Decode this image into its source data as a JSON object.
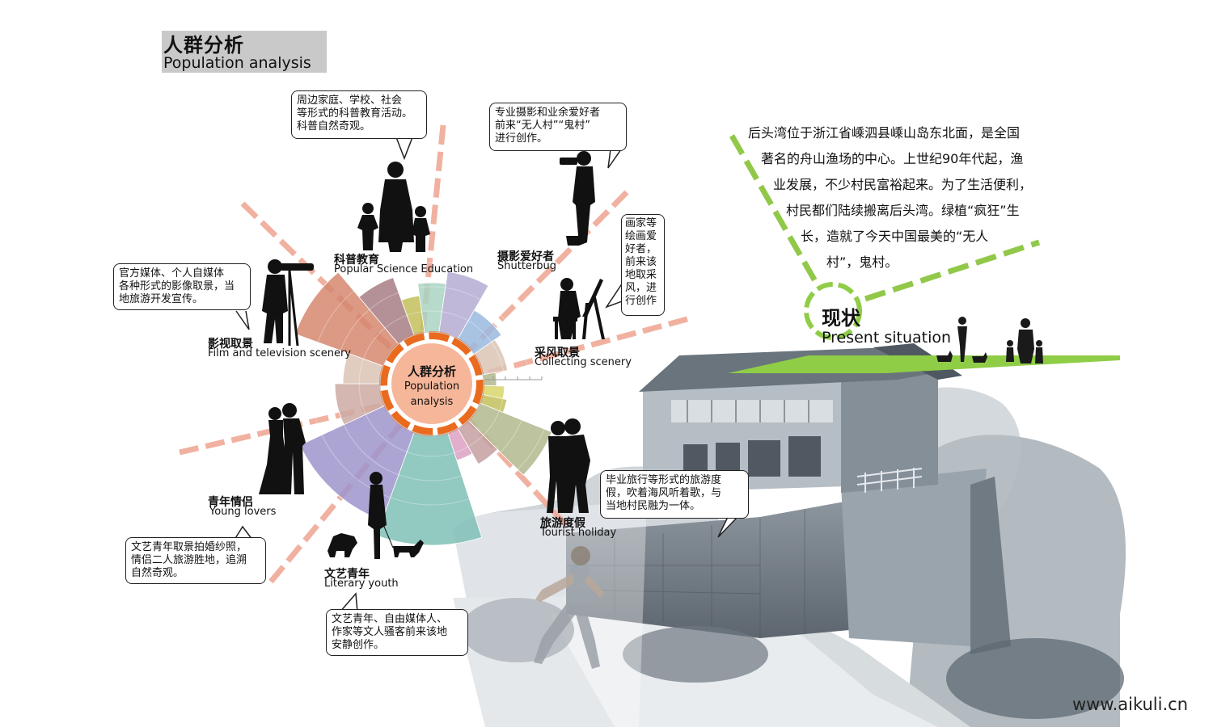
{
  "header": {
    "title_cn": "人群分析",
    "title_en": "Population analysis"
  },
  "center": {
    "title_cn": "人群分析",
    "title_en_1": "Population",
    "title_en_2": "analysis"
  },
  "groups": [
    {
      "label_cn": "科普教育",
      "label_en": "Popular Science Education",
      "bubble": [
        "周边家庭、学校、社会",
        "等形式的科普教育活动。",
        "科普自然奇观。"
      ]
    },
    {
      "label_cn": "摄影爱好者",
      "label_en": "Shutterbug",
      "bubble": [
        "专业摄影和业余爱好者",
        "前来“无人村”“鬼村”",
        "进行创作。"
      ]
    },
    {
      "label_cn": "采风取景",
      "label_en": "Collecting scenery",
      "bubble": [
        "画家等",
        "绘画爱",
        "好者，",
        "前来该",
        "地取采",
        "风，进",
        "行创作"
      ]
    },
    {
      "label_cn": "旅游度假",
      "label_en": "Tourist holiday",
      "bubble": [
        "毕业旅行等形式的旅游度",
        "假，吹着海风听着歌，与",
        "当地村民融为一体。"
      ]
    },
    {
      "label_cn": "文艺青年",
      "label_en": "Literary youth",
      "bubble": [
        "文艺青年、自由媒体人、",
        "作家等文人骚客前来该地",
        "安静创作。"
      ]
    },
    {
      "label_cn": "青年情侣",
      "label_en": "Young lovers",
      "bubble": [
        "文艺青年取景拍婚纱照，",
        "情侣二人旅游胜地，追溯",
        "自然奇观。"
      ]
    },
    {
      "label_cn": "影视取景",
      "label_en": "Film and television scenery",
      "bubble": [
        "官方媒体、个人自媒体",
        "各种形式的影像取景，当",
        "地旅游开发宣传。"
      ]
    }
  ],
  "present": {
    "title_cn": "现状",
    "title_en": "Present situation",
    "lines": [
      "后头湾位于浙江省嵊泗县嵊山岛东北面，是全国",
      "著名的舟山渔场的中心。上世纪90年代起，渔",
      "业发展，不少村民富裕起来。为了生活便利，",
      "村民都们陆续搬离后头湾。绿植“疯狂”生",
      "长，造就了今天中国最美的“无人",
      "村”，鬼村。"
    ]
  },
  "watermark": "www.aikuli.cn",
  "colors": {
    "dash_pink": "#f0a896",
    "dash_green": "#92c84a",
    "platform_green": "#8fcd47",
    "center_ring": "#ea6a1e",
    "center_fill": "#f6b69a",
    "petal_salmon": "#d6876f",
    "petal_mauve": "#a77e85",
    "petal_olive": "#c2c05a",
    "petal_mint": "#a9d4c2",
    "petal_lavender": "#b5acd2",
    "petal_blue": "#9ab8de",
    "petal_tan": "#dcc4b5",
    "petal_yellow": "#d8d56b",
    "petal_sage": "#b2b88e",
    "petal_rose": "#c49f9f",
    "petal_pink": "#dca1c2",
    "petal_teal": "#7fbfb6",
    "petal_purple": "#9d95cc",
    "petal_rosetan": "#ccaaa2"
  },
  "icons": [
    "silhouette-family-icon",
    "silhouette-photographer-icon",
    "silhouette-painter-icon",
    "silhouette-couple-icon",
    "silhouette-woman-dogs-icon",
    "silhouette-bride-groom-icon",
    "silhouette-cameraman-icon",
    "village-house-illustration",
    "running-child-figure"
  ]
}
